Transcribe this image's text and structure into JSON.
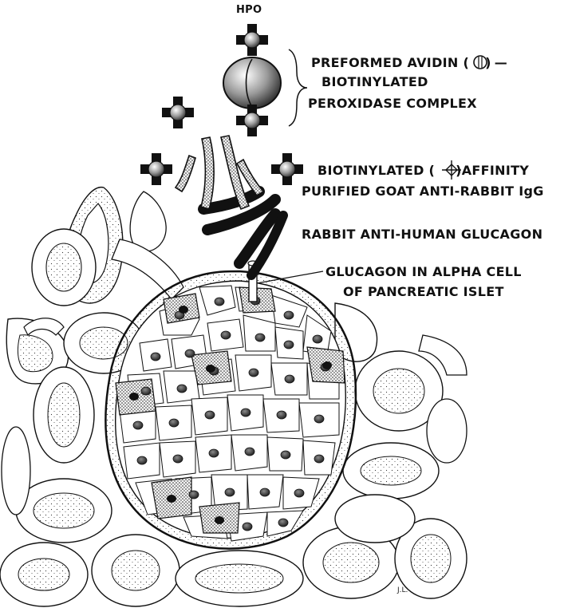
{
  "labels": {
    "hpo": "HPO",
    "complex_line1": "PREFORMED AVIDIN (",
    "complex_line1_end": ")",
    "complex_line2": "BIOTINYLATED",
    "complex_line3": "PEROXIDASE COMPLEX",
    "affinity_line1": "BIOTINYLATED (",
    "affinity_line1_end": ")AFFINITY",
    "affinity_line2": "PURIFIED GOAT ANTI-RABBIT IgG",
    "primary": "RABBIT ANTI-HUMAN GLUCAGON",
    "target_line1": "GLUCAGON IN ALPHA CELL",
    "target_line2": "OF PANCREATIC ISLET",
    "signature": "J.L."
  },
  "icons": {
    "hpo_cross": "black-cross-with-dotted-sphere",
    "avidin": "large-stippled-sphere",
    "biotin_symbol": "open-diamond-with-cross"
  },
  "colors": {
    "ink": "#111111",
    "paper": "#ffffff"
  }
}
